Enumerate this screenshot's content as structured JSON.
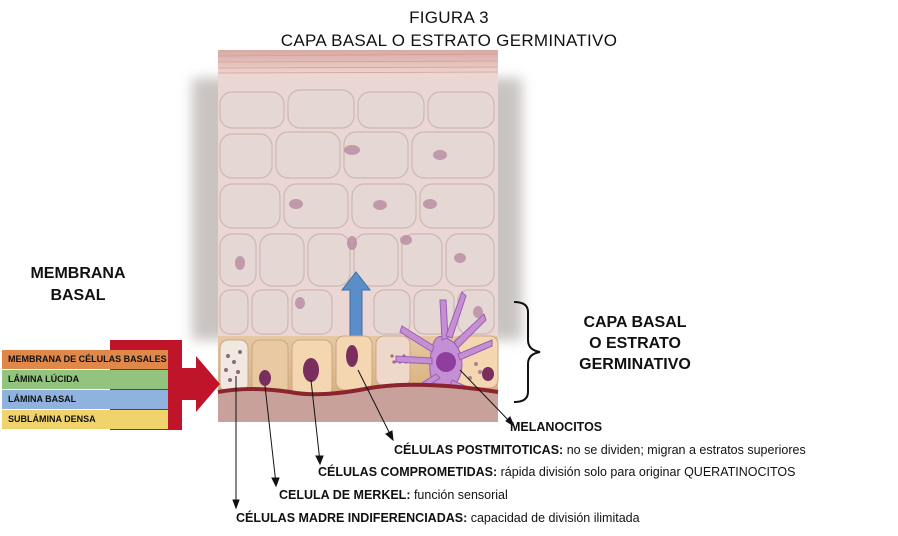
{
  "figure": {
    "number_label": "FIGURA   3",
    "title": "CAPA BASAL  O  ESTRATO GERMINATIVO"
  },
  "left_label": {
    "line1": "MEMBRANA",
    "line2": "BASAL"
  },
  "legend": [
    {
      "label": "MEMBRANA  DE CÉLULAS BASALES",
      "color": "#e0874a"
    },
    {
      "label": "LÁMINA LÚCIDA",
      "color": "#93c47d"
    },
    {
      "label": "LÁMINA BASAL",
      "color": "#8fb3de"
    },
    {
      "label": "SUBLÁMINA DENSA",
      "color": "#f1d36b"
    }
  ],
  "right_label": {
    "line1": "CAPA BASAL",
    "line2": "O ESTRATO",
    "line3": "GERMINATIVO"
  },
  "annotations": [
    {
      "term": "MELANOCITOS",
      "desc": ""
    },
    {
      "term": "CÉLULAS POSTMITOTICAS:",
      "desc": " no se dividen;  migran  a estratos superiores"
    },
    {
      "term": "CÉLULAS COMPROMETIDAS:",
      "desc": " rápida  división solo para  originar   QUERATINOCITOS"
    },
    {
      "term": "CELULA DE MERKEL:",
      "desc": " función sensorial"
    },
    {
      "term": "CÉLULAS MADRE  INDIFERENCIADAS:",
      "desc": " capacidad  de división ilimitada"
    }
  ],
  "colors": {
    "arrow_red": "#c0142b",
    "arrow_blue": "#5b8ec9",
    "melanocyte": "#c58fd6",
    "nucleus": "#7a2e5e",
    "tissue_pink": "#e7c9c6",
    "basal_layer": "#8c2430"
  }
}
